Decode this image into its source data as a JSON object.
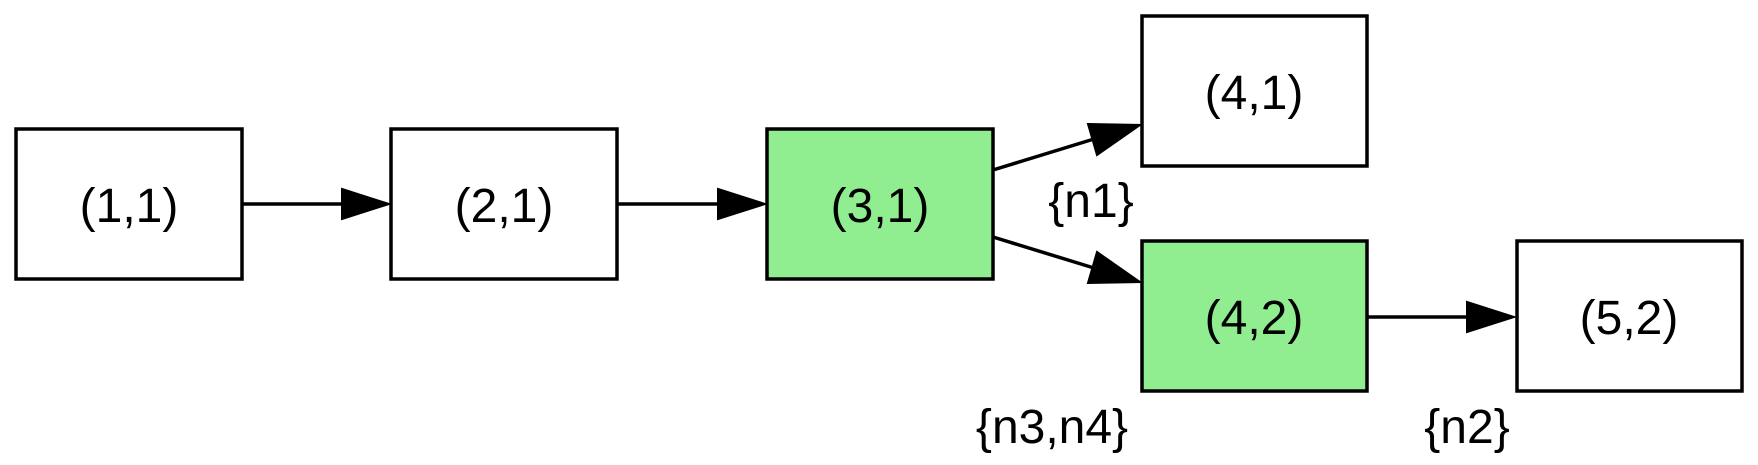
{
  "colors": {
    "highlight_fill": "#90ee90",
    "default_fill": "#ffffff",
    "stroke": "#000000"
  },
  "nodes": [
    {
      "id": "n11",
      "label": "(1,1)",
      "highlighted": false
    },
    {
      "id": "n21",
      "label": "(2,1)",
      "highlighted": false
    },
    {
      "id": "n31",
      "label": "(3,1)",
      "highlighted": true
    },
    {
      "id": "n41",
      "label": "(4,1)",
      "highlighted": false
    },
    {
      "id": "n42",
      "label": "(4,2)",
      "highlighted": true
    },
    {
      "id": "n52",
      "label": "(5,2)",
      "highlighted": false
    }
  ],
  "edges": [
    {
      "from": "(1,1)",
      "to": "(2,1)"
    },
    {
      "from": "(2,1)",
      "to": "(3,1)"
    },
    {
      "from": "(3,1)",
      "to": "(4,1)"
    },
    {
      "from": "(3,1)",
      "to": "(4,2)"
    },
    {
      "from": "(4,2)",
      "to": "(5,2)"
    }
  ],
  "edge_labels": [
    {
      "text": "{n1}"
    },
    {
      "text": "{n3,n4}"
    },
    {
      "text": "{n2}"
    }
  ]
}
